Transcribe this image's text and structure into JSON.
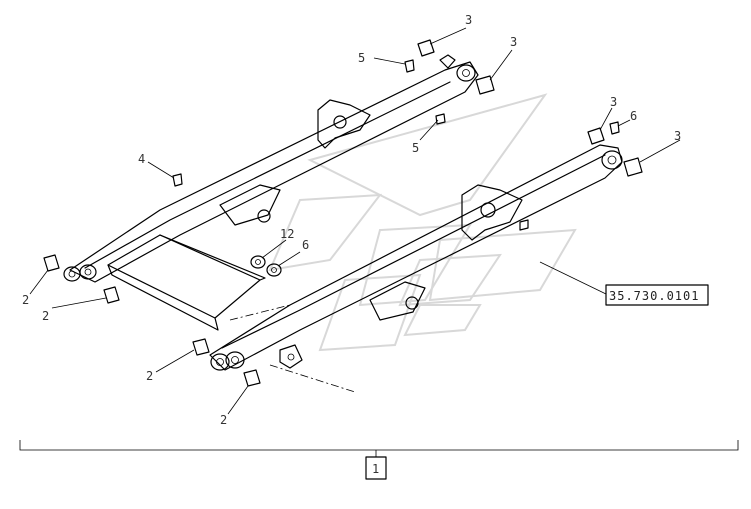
{
  "callouts": {
    "c3a": "3",
    "c3b": "3",
    "c3c": "3",
    "c3d": "3",
    "c5a": "5",
    "c5b": "5",
    "c4": "4",
    "c6a": "6",
    "c6b": "6",
    "c12": "12",
    "c2a": "2",
    "c2b": "2",
    "c2c": "2",
    "c2d": "2"
  },
  "reference_box": "35.730.0101",
  "assembly_label": "1"
}
